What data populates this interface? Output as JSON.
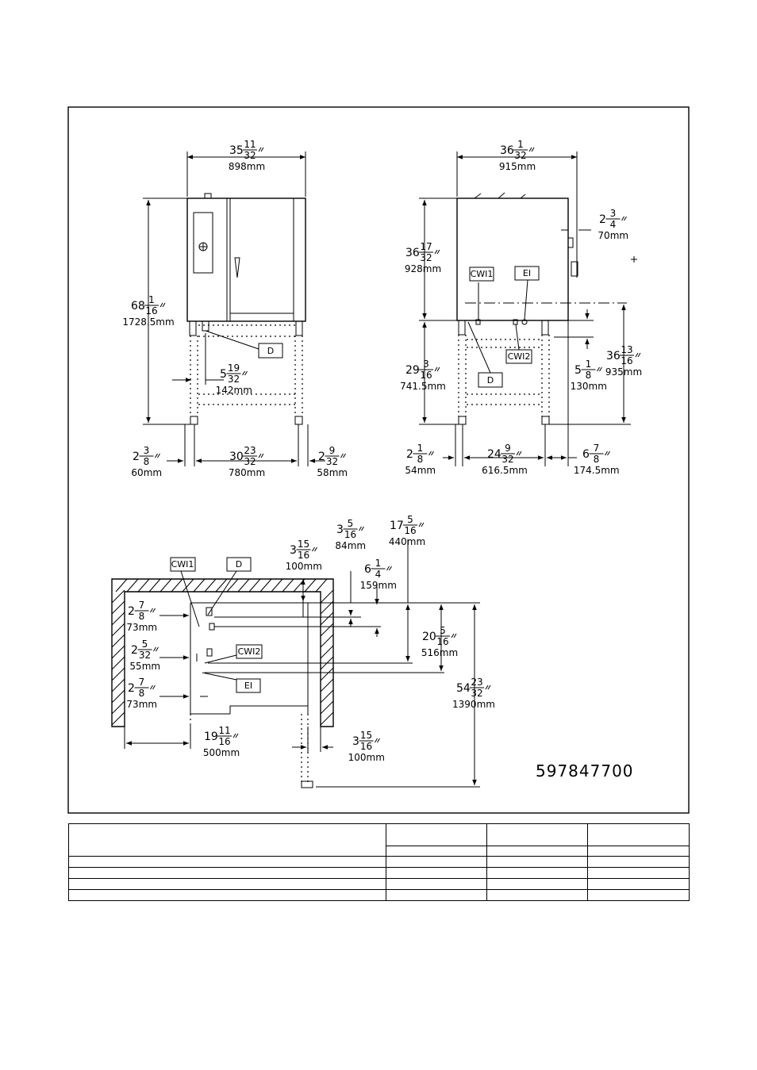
{
  "model_number": "597847700",
  "front_view": {
    "width": {
      "whole": "35",
      "num": "11",
      "den": "32",
      "mm": "898mm"
    },
    "height": {
      "whole": "68",
      "num": "1",
      "den": "16",
      "mm": "1728.5mm"
    },
    "drain_offset": {
      "whole": "5",
      "num": "19",
      "den": "32",
      "mm": "142mm"
    },
    "left_leg": {
      "whole": "2",
      "num": "3",
      "den": "8",
      "mm": "60mm"
    },
    "leg_span": {
      "whole": "30",
      "num": "23",
      "den": "32",
      "mm": "780mm"
    },
    "right_leg": {
      "whole": "2",
      "num": "9",
      "den": "32",
      "mm": "58mm"
    },
    "drain_label": "D"
  },
  "side_view": {
    "depth": {
      "whole": "36",
      "num": "1",
      "den": "32",
      "mm": "915mm"
    },
    "overhang": {
      "whole": "2",
      "num": "3",
      "den": "4",
      "mm": "70mm"
    },
    "oven_height": {
      "whole": "36",
      "num": "17",
      "den": "32",
      "mm": "928mm"
    },
    "stand_height": {
      "whole": "29",
      "num": "3",
      "den": "16",
      "mm": "741.5mm"
    },
    "connection_height": {
      "whole": "36",
      "num": "13",
      "den": "16",
      "mm": "935mm"
    },
    "connection_offset": {
      "whole": "5",
      "num": "1",
      "den": "8",
      "mm": "130mm"
    },
    "front_leg": {
      "whole": "2",
      "num": "1",
      "den": "8",
      "mm": "54mm"
    },
    "leg_span": {
      "whole": "24",
      "num": "9",
      "den": "32",
      "mm": "616.5mm"
    },
    "rear_leg": {
      "whole": "6",
      "num": "7",
      "den": "8",
      "mm": "174.5mm"
    },
    "labels": {
      "cwi1": "CWI1",
      "ei": "EI",
      "cwi2": "CWI2",
      "d": "D"
    }
  },
  "plan_view": {
    "labels": {
      "cwi1": "CWI1",
      "d": "D",
      "cwi2": "CWI2",
      "ei": "EI"
    },
    "top_clear": {
      "whole": "3",
      "num": "15",
      "den": "16",
      "mm": "100mm"
    },
    "d1": {
      "whole": "3",
      "num": "5",
      "den": "16",
      "mm": "84mm"
    },
    "d2": {
      "whole": "17",
      "num": "5",
      "den": "16",
      "mm": "440mm"
    },
    "d3": {
      "whole": "6",
      "num": "1",
      "den": "4",
      "mm": "159mm"
    },
    "d4": {
      "whole": "20",
      "num": "5",
      "den": "16",
      "mm": "516mm"
    },
    "d5": {
      "whole": "54",
      "num": "23",
      "den": "32",
      "mm": "1390mm"
    },
    "l1": {
      "whole": "2",
      "num": "7",
      "den": "8",
      "mm": "73mm"
    },
    "l2": {
      "whole": "2",
      "num": "5",
      "den": "32",
      "mm": "55mm"
    },
    "l3": {
      "whole": "2",
      "num": "7",
      "den": "8",
      "mm": "73mm"
    },
    "wall_dist": {
      "whole": "19",
      "num": "11",
      "den": "16",
      "mm": "500mm"
    },
    "side_clear": {
      "whole": "3",
      "num": "15",
      "den": "16",
      "mm": "100mm"
    }
  }
}
